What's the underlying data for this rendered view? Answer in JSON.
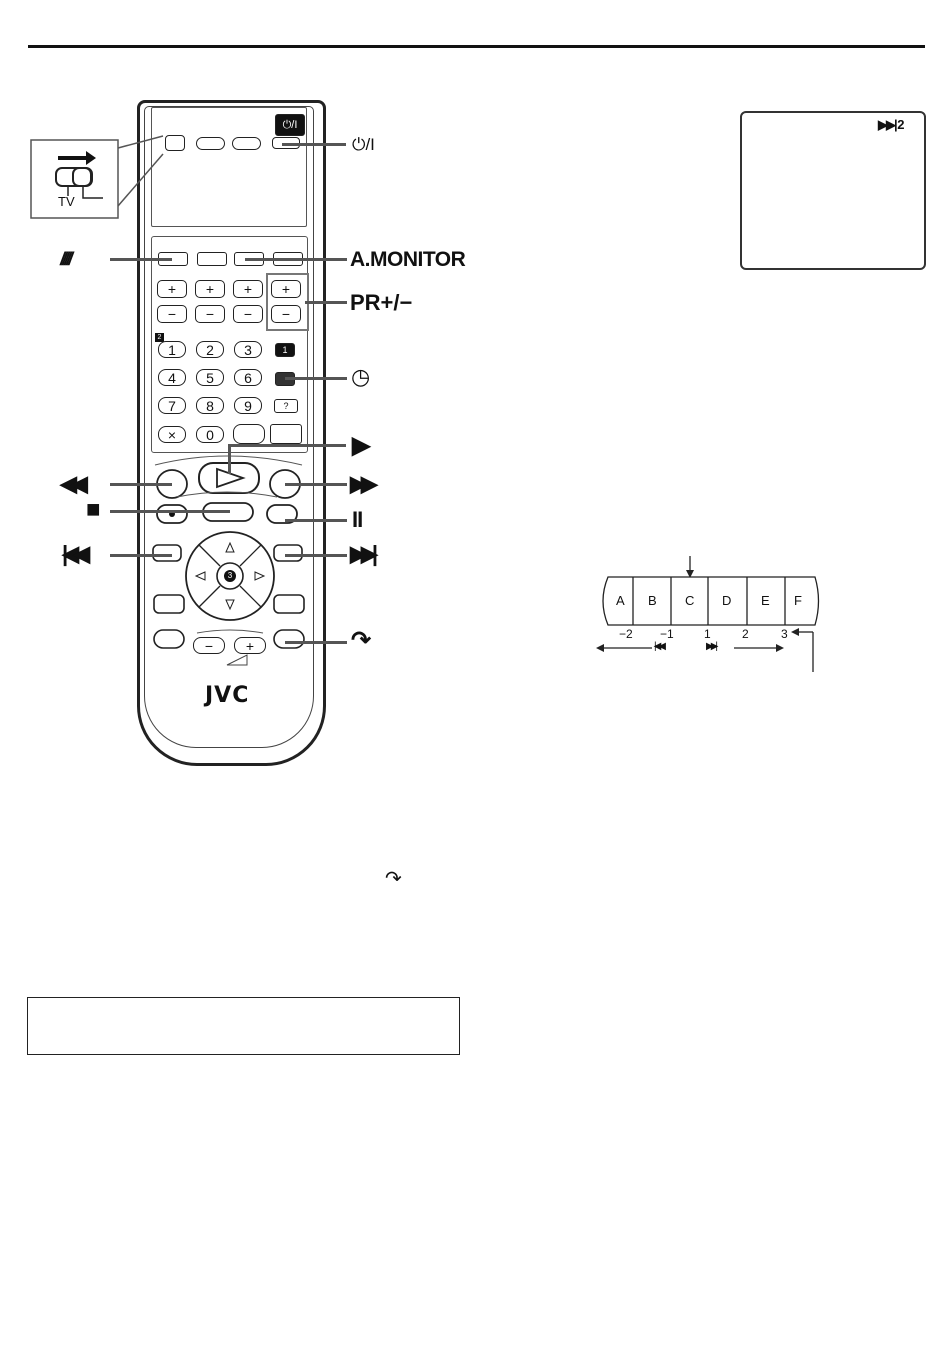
{
  "remote": {
    "brand": "JVC",
    "tv_switch_label": "TV",
    "number_keys": [
      "1",
      "2",
      "3",
      "4",
      "5",
      "6",
      "7",
      "8",
      "9",
      "0"
    ],
    "clear_key": "×",
    "plus_key": "+",
    "minus_key": "−",
    "badge_1": "1",
    "badge_2": "2",
    "badge_3": "3",
    "timer_check_key": "?",
    "power_key": "⏻/I"
  },
  "callouts": {
    "power": "⏻/I",
    "display_mode": "/////",
    "a_monitor": "A.MONITOR",
    "pr": "PR+/−",
    "timer": "◷",
    "play": "▶",
    "rewind": "◀◀",
    "fast_forward": "▶▶",
    "stop": "■",
    "pause": "II",
    "skip_back": "|◀◀",
    "skip_forward": "▶▶|",
    "jump": "↷"
  },
  "tv_screen": {
    "indicator": "▶▶| 2"
  },
  "diagram": {
    "segments": [
      "A",
      "B",
      "C",
      "D",
      "E",
      "F"
    ],
    "numbers": [
      "−2",
      "−1",
      "1",
      "2",
      "3"
    ],
    "back_symbol": "|◀◀",
    "fwd_symbol": "▶▶|"
  },
  "body_text": {
    "inline_icon": "↷"
  }
}
